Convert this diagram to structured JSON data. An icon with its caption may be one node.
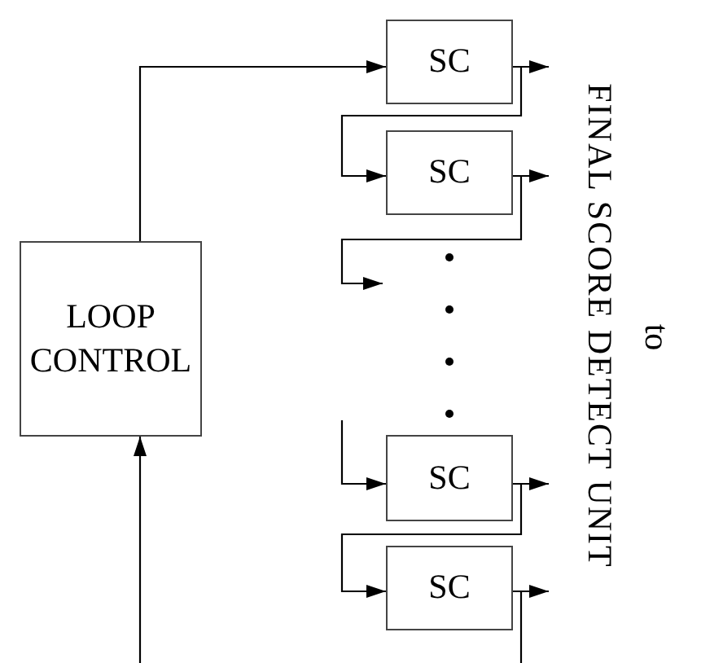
{
  "diagram": {
    "nodes": [
      {
        "text": [
          "LOOP CONTROL"
        ]
      },
      {
        "text": [
          "SC"
        ]
      },
      {
        "text": [
          "SC"
        ]
      },
      {
        "text": [
          "SC"
        ]
      },
      {
        "text": [
          "SC"
        ]
      }
    ],
    "edges": [
      {
        "from": 0,
        "to": 1,
        "arrow": "to"
      },
      {
        "from": null,
        "to": 0,
        "arrow": "to"
      },
      {
        "from": 1,
        "to": null,
        "arrow": "to"
      },
      {
        "from": 1,
        "to": 2,
        "arrow": "to"
      },
      {
        "from": 2,
        "to": null,
        "arrow": "to"
      },
      {
        "from": 2,
        "to": null,
        "arrow": "to"
      },
      {
        "from": null,
        "to": 3,
        "arrow": "to"
      },
      {
        "from": 3,
        "to": null,
        "arrow": "to"
      },
      {
        "from": 3,
        "to": 4,
        "arrow": "to"
      },
      {
        "from": 4,
        "to": null,
        "arrow": "to"
      },
      {
        "from": 4,
        "to": null,
        "arrow": "none"
      }
    ],
    "labels": [
      "FINAL SCORE DETECT UNIT",
      "to"
    ]
  }
}
